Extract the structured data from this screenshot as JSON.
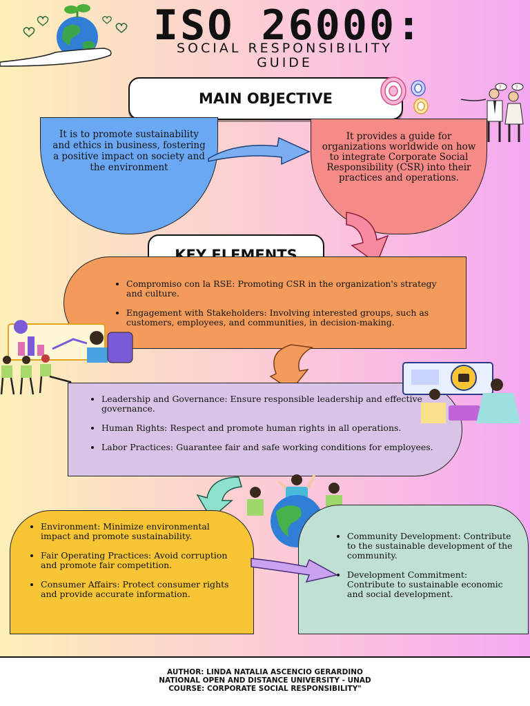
{
  "header": {
    "title": "ISO 26000:",
    "subtitle_line1": "SOCIAL RESPONSIBILITY",
    "subtitle_line2": "GUIDE"
  },
  "main_objective": {
    "label": "MAIN OBJECTIVE",
    "left_text": "It is to promote sustainability and ethics in business, fostering a positive impact on society and the environment",
    "right_text": "It provides a guide for organizations worldwide on how to integrate Corporate Social Responsibility (CSR) into their practices and operations."
  },
  "key_elements": {
    "label": "KEY ELEMENTS",
    "group1": [
      "Compromiso con la RSE: Promoting CSR in the organization's strategy and culture.",
      "Engagement with Stakeholders: Involving interested groups, such as customers, employees, and communities, in decision-making."
    ],
    "group2": [
      "Leadership and Governance: Ensure responsible leadership and effective governance.",
      "Human Rights: Respect and promote human rights in all operations.",
      "Labor Practices: Guarantee fair and safe working conditions for employees."
    ],
    "group3": [
      "Environment: Minimize environmental impact and promote sustainability.",
      "Fair Operating Practices: Avoid corruption and promote fair competition.",
      "Consumer Affairs: Protect consumer rights and provide accurate information."
    ],
    "group4": [
      "Community Development: Contribute to the sustainable development of the community.",
      "Development Commitment: Contribute to sustainable economic and social development."
    ]
  },
  "footer": {
    "author": "AUTHOR: LINDA NATALIA ASCENCIO GERARDINO",
    "university": "NATIONAL OPEN AND DISTANCE UNIVERSITY - UNAD",
    "course": "COURSE: CORPORATE SOCIAL RESPONSIBILITY\""
  },
  "colors": {
    "blue_blob": "#6aa8f4",
    "red_blob": "#f58a86",
    "orange_blob": "#f29b5a",
    "lavender_blob": "#d9c3e6",
    "yellow_blob": "#f8c534",
    "mint_blob": "#bfe0d2"
  },
  "icons": [
    "globe-plant-hand-icon",
    "target-icon",
    "people-icon",
    "chart-presentation-icon",
    "team-icon",
    "laptop-meeting-icon",
    "globe-people-icon",
    "arrow-icon"
  ]
}
